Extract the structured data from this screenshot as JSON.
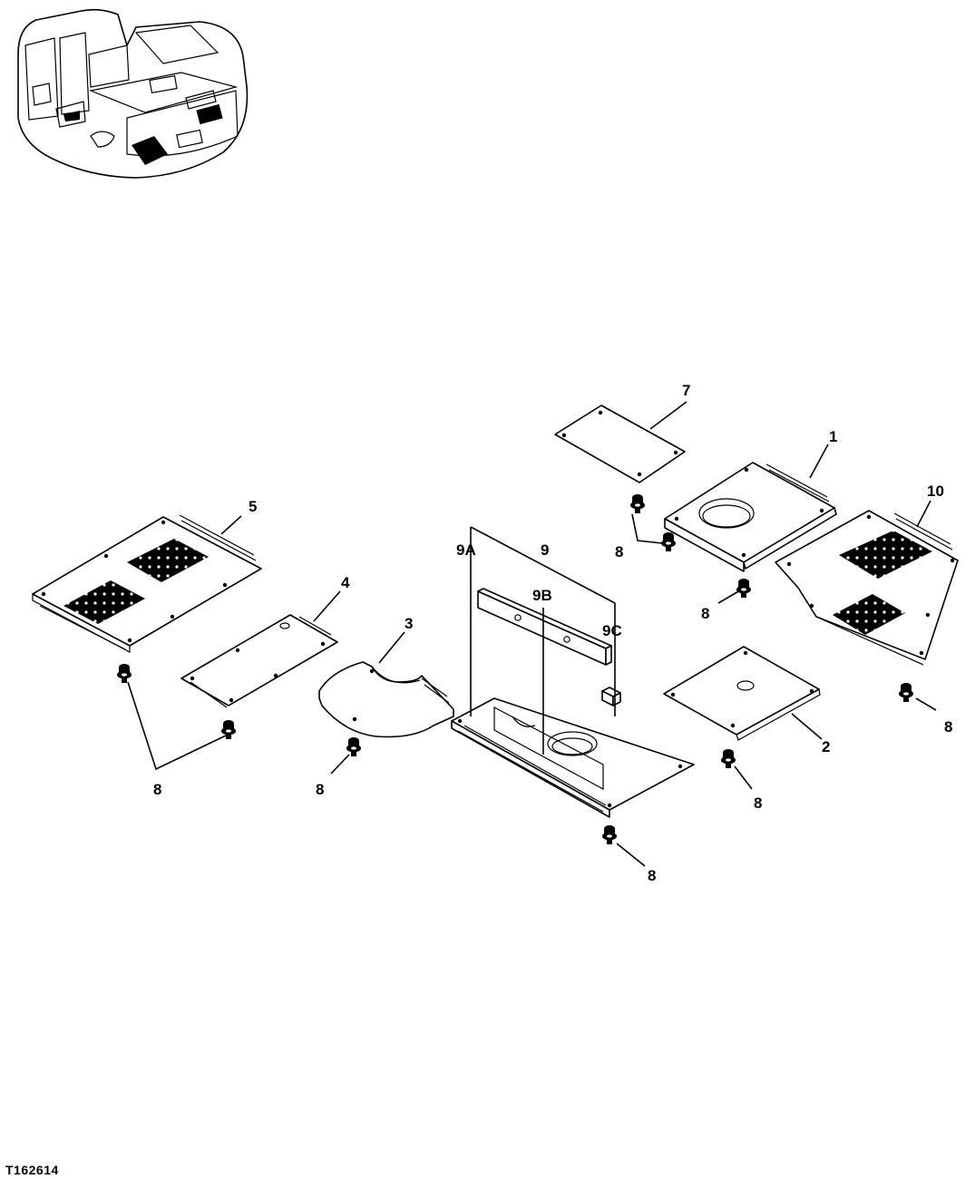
{
  "figure_id": "T162614",
  "callouts": {
    "p1": "1",
    "p2": "2",
    "p3": "3",
    "p4": "4",
    "p5": "5",
    "p7": "7",
    "p9": "9",
    "p9a": "9A",
    "p9b": "9B",
    "p9c": "9C",
    "p10": "10",
    "p8a": "8",
    "p8b": "8",
    "p8c": "8",
    "p8d": "8",
    "p8e": "8",
    "p8f": "8",
    "p8g": "8"
  },
  "icons": {
    "overview": "excavator-cab-overview-icon",
    "bolt": "flange-bolt-icon"
  }
}
